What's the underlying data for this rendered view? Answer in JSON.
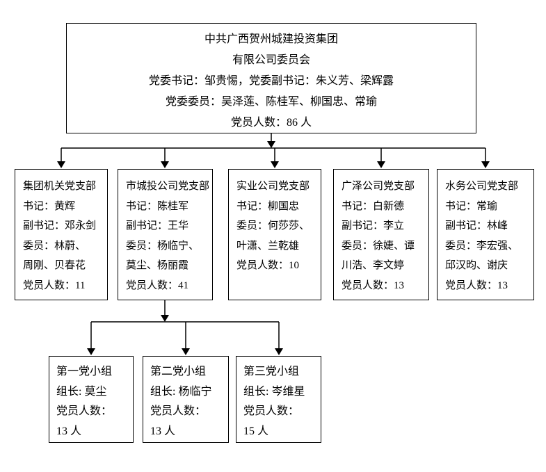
{
  "root": {
    "lines": [
      "中共广西贺州城建投资集团",
      "有限公司委员会",
      "党委书记：邹贵惕，党委副书记：朱义芳、梁辉露",
      "党委委员：吴泽莲、陈桂军、柳国忠、常瑜",
      "党员人数：86 人"
    ]
  },
  "branches": [
    {
      "lines": [
        "集团机关党支部",
        "书记：黄辉",
        "副书记：邓永剑",
        "委员：林蔚、",
        "周刚、贝春花",
        "党员人数：11"
      ]
    },
    {
      "lines": [
        "市城投公司党支部",
        "书记：陈桂军",
        "副书记：王华",
        "委员：杨临宁、",
        "莫尘、杨丽霞",
        "党员人数：41"
      ]
    },
    {
      "lines": [
        "实业公司党支部",
        "书记：柳国忠",
        "委员：何莎莎、",
        "叶潇、兰乾雄",
        "党员人数：10"
      ]
    },
    {
      "lines": [
        "广泽公司党支部",
        "书记：白新德",
        "副书记：李立",
        "委员：徐婕、谭",
        "川浩、李文婷",
        "党员人数：13"
      ]
    },
    {
      "lines": [
        "水务公司党支部",
        "书记：常瑜",
        "副书记：林峰",
        "委员：李宏强、",
        "邱汉昀、谢庆",
        "党员人数：13"
      ]
    }
  ],
  "groups": [
    {
      "lines": [
        "第一党小组",
        "组长: 莫尘",
        "党员人数：",
        "13 人"
      ]
    },
    {
      "lines": [
        "第二党小组",
        "组长: 杨临宁",
        "党员人数：",
        "13 人"
      ]
    },
    {
      "lines": [
        "第三党小组",
        "组长: 岑维星",
        "党员人数：",
        "15 人"
      ]
    }
  ],
  "colors": {
    "line": "#000000",
    "border": "#000000",
    "background": "#ffffff"
  }
}
